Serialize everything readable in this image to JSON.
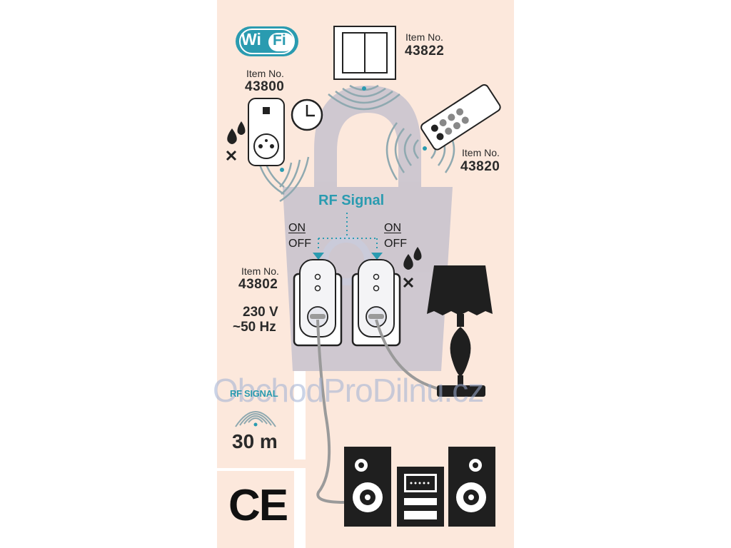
{
  "wifi": {
    "text_wi": "Wi",
    "text_fi": "Fi"
  },
  "item_43800": {
    "label": "Item No.",
    "number": "43800"
  },
  "item_43822": {
    "label": "Item No.",
    "number": "43822"
  },
  "item_43820": {
    "label": "Item No.",
    "number": "43820"
  },
  "item_43802": {
    "label": "Item No.",
    "number": "43802"
  },
  "rf_signal": {
    "text": "RF Signal"
  },
  "switch_left": {
    "on": "ON",
    "off": "OFF"
  },
  "switch_right": {
    "on": "ON",
    "off": "OFF"
  },
  "power": {
    "voltage": "230 V",
    "frequency": "~50 Hz"
  },
  "range_box": {
    "title": "RF SIGNAL",
    "distance": "30 m"
  },
  "certification": {
    "mark": "CE"
  },
  "watermark": {
    "text": "ObchodProDilnu.cz"
  },
  "colors": {
    "panel": "#fce8dc",
    "accent": "#2a9bb0",
    "dark": "#1f1f1f",
    "lock": "#a9adc6"
  },
  "icons": [
    "wifi-logo-icon",
    "wall-switch-icon",
    "remote-control-icon",
    "smart-socket-icon",
    "clock-icon",
    "water-drop-icon",
    "socket-plug-icon",
    "table-lamp-icon",
    "stereo-system-icon",
    "lock-icon"
  ]
}
